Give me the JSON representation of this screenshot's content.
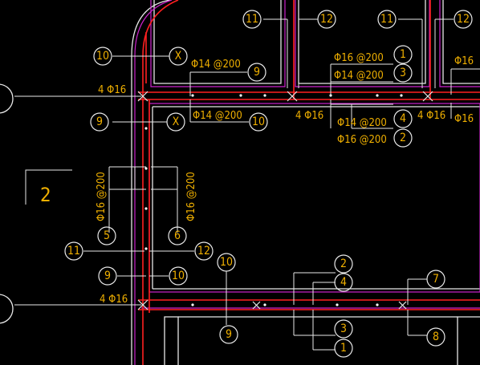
{
  "section_mark": "2",
  "labels": {
    "top_left_bar": "Φ14 @200",
    "mid_left_bar": "Φ14 @200",
    "top_right_bar_a": "Φ16 @200",
    "top_right_bar_b": "Φ14 @200",
    "mid_right_bar_a": "Φ14 @200",
    "mid_right_bar_b": "Φ16 @200",
    "far_right_top": "Φ16",
    "far_right_mid": "Φ16",
    "corner_top": "4 Φ16",
    "corner_bottom": "4 Φ16",
    "center_cluster": "4 Φ16",
    "right_cluster": "4 Φ16",
    "vert_left": "Φ16 @200",
    "vert_right": "Φ16 @200"
  },
  "bubbles": {
    "b11_top": "11",
    "b12_top": "12",
    "b11_top_r": "11",
    "b12_top_r": "12",
    "b10_a": "10",
    "bX_a": "X",
    "b9_top": "9",
    "b1_top": "1",
    "b3_top": "3",
    "b9_mid": "9",
    "bX_mid": "X",
    "b10_mid": "10",
    "b4_mid": "4",
    "b2_mid": "2",
    "b5": "5",
    "b6": "6",
    "b11_mid": "11",
    "b12_mid": "12",
    "b9_low": "9",
    "b10_low": "10",
    "b10_bot": "10",
    "b9_bot": "9",
    "b2_bot": "2",
    "b4_bot": "4",
    "b3_bot": "3",
    "b1_bot": "1",
    "b7_bot": "7",
    "b8_bot": "8"
  }
}
